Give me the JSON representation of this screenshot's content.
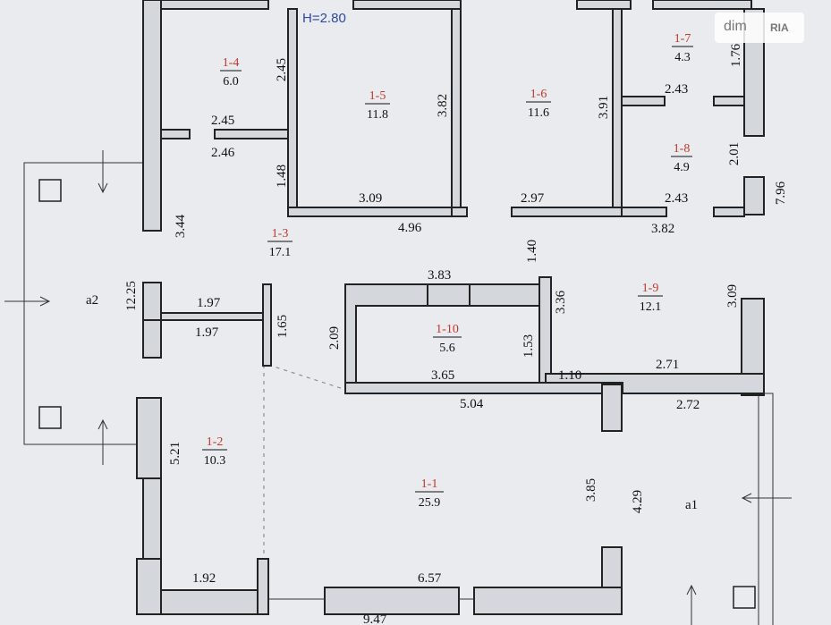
{
  "height_label": "H=2.80",
  "watermark": {
    "left": "dim",
    "right": "RIA"
  },
  "rooms": [
    {
      "id": "1-1",
      "area": "25.9"
    },
    {
      "id": "1-2",
      "area": "10.3"
    },
    {
      "id": "1-3",
      "area": "17.1"
    },
    {
      "id": "1-4",
      "area": "6.0"
    },
    {
      "id": "1-5",
      "area": "11.8"
    },
    {
      "id": "1-6",
      "area": "11.6"
    },
    {
      "id": "1-7",
      "area": "4.3"
    },
    {
      "id": "1-8",
      "area": "4.9"
    },
    {
      "id": "1-9",
      "area": "12.1"
    },
    {
      "id": "1-10",
      "area": "5.6"
    }
  ],
  "balconies": [
    "a1",
    "a2"
  ],
  "dimensions": {
    "d245_v": "2.45",
    "d245_h": "2.45",
    "d246": "2.46",
    "d148": "1.48",
    "d382": "3.82",
    "d391": "3.91",
    "d176": "1.76",
    "d243_top": "2.43",
    "d201": "2.01",
    "d243_mid": "2.43",
    "d796": "7.96",
    "d309_h": "3.09",
    "d297": "2.97",
    "d496": "4.96",
    "d382_h": "3.82",
    "d344": "3.44",
    "d140": "1.40",
    "d383": "3.83",
    "d336": "3.36",
    "d309_v": "3.09",
    "d1225": "12.25",
    "d197_a": "1.97",
    "d197_b": "1.97",
    "d165": "1.65",
    "d209": "2.09",
    "d153": "1.53",
    "d365": "3.65",
    "d110": "1.10",
    "d271": "2.71",
    "d504": "5.04",
    "d272": "2.72",
    "d521": "5.21",
    "d385": "3.85",
    "d429": "4.29",
    "d192": "1.92",
    "d657": "6.57",
    "d947": "9.47"
  }
}
